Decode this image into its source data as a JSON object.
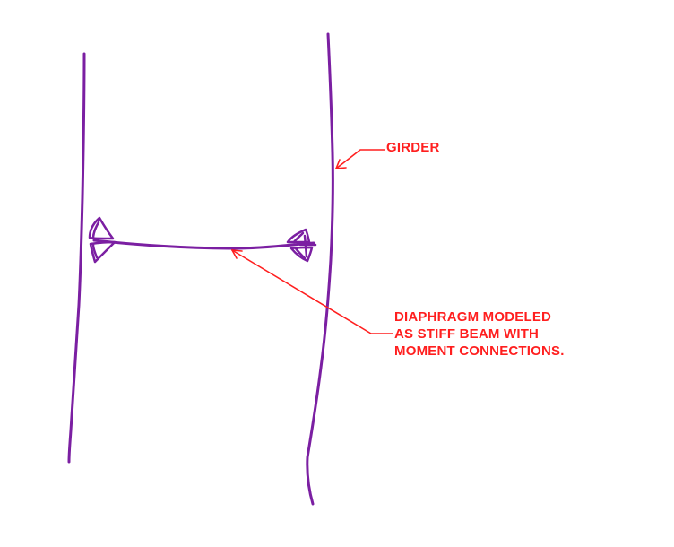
{
  "annotations": {
    "girder": "GIRDER",
    "diaphragm": [
      "DIAPHRAGM MODELED",
      "AS STIFF BEAM WITH",
      "MOMENT CONNECTIONS."
    ]
  },
  "colors": {
    "sketch_stroke": "#7b1fa2",
    "annotation": "#ff1f1f",
    "background": "#ffffff"
  }
}
